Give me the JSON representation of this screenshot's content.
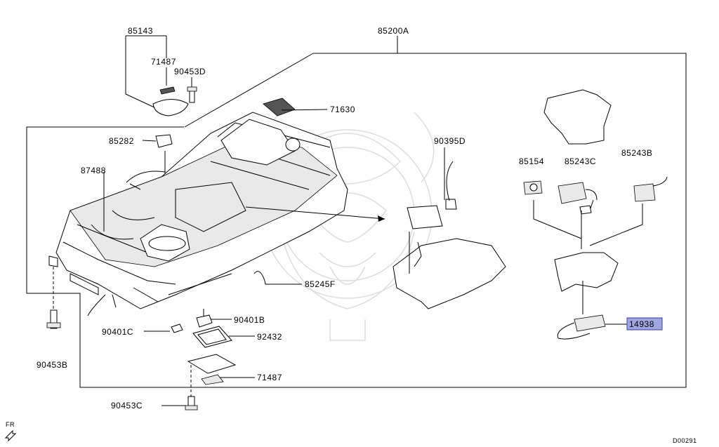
{
  "diagram": {
    "highlight_color": "#9fa6e0",
    "labels": {
      "l85143": "85143",
      "l85200A": "85200A",
      "l71487_top": "71487",
      "l90453D": "90453D",
      "l71630": "71630",
      "l85282": "85282",
      "l90395D": "90395D",
      "l87488": "87488",
      "l85154": "85154",
      "l85243C": "85243C",
      "l85243B": "85243B",
      "l85245F": "85245F",
      "l90401B": "90401B",
      "l90401C": "90401C",
      "l92432": "92432",
      "l14938": "14938",
      "l90453B": "90453B",
      "l71487_bot": "71487",
      "l90453C": "90453C",
      "fr": "FR",
      "code": "D00291"
    }
  }
}
